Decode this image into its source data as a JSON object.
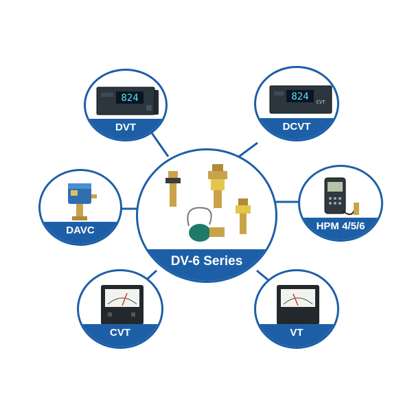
{
  "center": {
    "label": "DV-6 Series",
    "icon": "vacuum-sensor-group"
  },
  "nodes": [
    {
      "id": "dvt",
      "label": "DVT",
      "icon": "digital-panel-meter",
      "display": "824"
    },
    {
      "id": "dcvt",
      "label": "DCVT",
      "icon": "digital-panel-meter",
      "display": "824",
      "tag": "CVT"
    },
    {
      "id": "davc",
      "label": "DAVC",
      "icon": "valve-controller"
    },
    {
      "id": "hpm",
      "label": "HPM 4/5/6",
      "icon": "handheld-meter"
    },
    {
      "id": "cvt",
      "label": "CVT",
      "icon": "analog-panel-meter"
    },
    {
      "id": "vt",
      "label": "VT",
      "icon": "analog-panel-meter"
    }
  ],
  "colors": {
    "ring": "#1d5fa7",
    "band": "#1d5fa7",
    "display": "#5fe0ff",
    "brass": "#c9a34a"
  }
}
